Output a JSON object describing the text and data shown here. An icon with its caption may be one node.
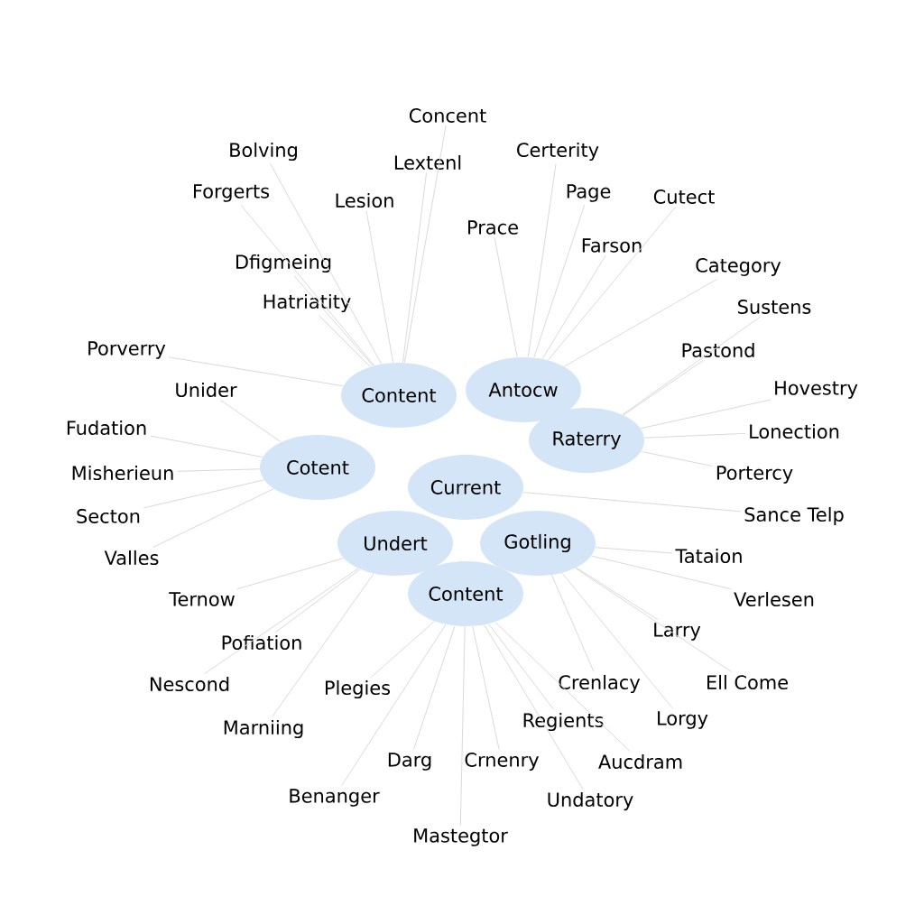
{
  "diagram": {
    "nodes": [
      {
        "text": [
          "Current"
        ]
      },
      {
        "text": [
          "Content"
        ]
      },
      {
        "text": [
          "Antocw"
        ]
      },
      {
        "text": [
          "Raterry"
        ]
      },
      {
        "text": [
          "Cotent"
        ]
      },
      {
        "text": [
          "Undert"
        ]
      },
      {
        "text": [
          "Gotling"
        ]
      },
      {
        "text": [
          "Content"
        ]
      },
      {
        "text": [
          "Concent"
        ]
      },
      {
        "text": [
          "Bolving"
        ]
      },
      {
        "text": [
          "Lextenl"
        ]
      },
      {
        "text": [
          "Certerity"
        ]
      },
      {
        "text": [
          "Forgerts"
        ]
      },
      {
        "text": [
          "Lesion"
        ]
      },
      {
        "text": [
          "Page"
        ]
      },
      {
        "text": [
          "Cutect"
        ]
      },
      {
        "text": [
          "Prace"
        ]
      },
      {
        "text": [
          "Farson"
        ]
      },
      {
        "text": [
          "Dfigmeing"
        ]
      },
      {
        "text": [
          "Category"
        ]
      },
      {
        "text": [
          "Hatriatity"
        ]
      },
      {
        "text": [
          "Sustens"
        ]
      },
      {
        "text": [
          "Pastond"
        ]
      },
      {
        "text": [
          "Porverry"
        ]
      },
      {
        "text": [
          "Hovestry"
        ]
      },
      {
        "text": [
          "Unider"
        ]
      },
      {
        "text": [
          "Fudation"
        ]
      },
      {
        "text": [
          "Lonection"
        ]
      },
      {
        "text": [
          "Misherieun"
        ]
      },
      {
        "text": [
          "Portercy"
        ]
      },
      {
        "text": [
          "Secton"
        ]
      },
      {
        "text": [
          "Sance Telp"
        ]
      },
      {
        "text": [
          "Valles"
        ]
      },
      {
        "text": [
          "Tataion"
        ]
      },
      {
        "text": [
          "Ternow"
        ]
      },
      {
        "text": [
          "Verlesen"
        ]
      },
      {
        "text": [
          "Pofiation"
        ]
      },
      {
        "text": [
          "Larry"
        ]
      },
      {
        "text": [
          "Nescond"
        ]
      },
      {
        "text": [
          "Plegies"
        ]
      },
      {
        "text": [
          "Crenlacy"
        ]
      },
      {
        "text": [
          "Ell Come"
        ]
      },
      {
        "text": [
          "Marniing"
        ]
      },
      {
        "text": [
          "Regients"
        ]
      },
      {
        "text": [
          "Lorgy"
        ]
      },
      {
        "text": [
          "Darg"
        ]
      },
      {
        "text": [
          "Crnenry"
        ]
      },
      {
        "text": [
          "Aucdram"
        ]
      },
      {
        "text": [
          "Benanger"
        ]
      },
      {
        "text": [
          "Undatory"
        ]
      },
      {
        "text": [
          "Mastegtor"
        ]
      }
    ],
    "edges": [
      {
        "from": 8,
        "to": 1,
        "arrow": "none"
      },
      {
        "from": 9,
        "to": 1,
        "arrow": "none"
      },
      {
        "from": 10,
        "to": 1,
        "arrow": "none"
      },
      {
        "from": 11,
        "to": 2,
        "arrow": "none"
      },
      {
        "from": 12,
        "to": 1,
        "arrow": "none"
      },
      {
        "from": 13,
        "to": 1,
        "arrow": "none"
      },
      {
        "from": 14,
        "to": 2,
        "arrow": "none"
      },
      {
        "from": 15,
        "to": 2,
        "arrow": "none"
      },
      {
        "from": 16,
        "to": 2,
        "arrow": "none"
      },
      {
        "from": 17,
        "to": 2,
        "arrow": "none"
      },
      {
        "from": 18,
        "to": 1,
        "arrow": "none"
      },
      {
        "from": 19,
        "to": 2,
        "arrow": "none"
      },
      {
        "from": 20,
        "to": 1,
        "arrow": "none"
      },
      {
        "from": 21,
        "to": 3,
        "arrow": "none"
      },
      {
        "from": 22,
        "to": 3,
        "arrow": "none"
      },
      {
        "from": 23,
        "to": 1,
        "arrow": "none"
      },
      {
        "from": 24,
        "to": 3,
        "arrow": "none"
      },
      {
        "from": 25,
        "to": 4,
        "arrow": "none"
      },
      {
        "from": 26,
        "to": 4,
        "arrow": "none"
      },
      {
        "from": 27,
        "to": 3,
        "arrow": "none"
      },
      {
        "from": 28,
        "to": 4,
        "arrow": "none"
      },
      {
        "from": 29,
        "to": 3,
        "arrow": "none"
      },
      {
        "from": 30,
        "to": 4,
        "arrow": "none"
      },
      {
        "from": 31,
        "to": 0,
        "arrow": "none"
      },
      {
        "from": 32,
        "to": 4,
        "arrow": "none"
      },
      {
        "from": 33,
        "to": 6,
        "arrow": "none"
      },
      {
        "from": 34,
        "to": 5,
        "arrow": "none"
      },
      {
        "from": 35,
        "to": 6,
        "arrow": "none"
      },
      {
        "from": 36,
        "to": 5,
        "arrow": "none"
      },
      {
        "from": 37,
        "to": 6,
        "arrow": "none"
      },
      {
        "from": 38,
        "to": 5,
        "arrow": "none"
      },
      {
        "from": 39,
        "to": 7,
        "arrow": "none"
      },
      {
        "from": 40,
        "to": 6,
        "arrow": "none"
      },
      {
        "from": 41,
        "to": 6,
        "arrow": "none"
      },
      {
        "from": 42,
        "to": 5,
        "arrow": "none"
      },
      {
        "from": 43,
        "to": 7,
        "arrow": "none"
      },
      {
        "from": 44,
        "to": 6,
        "arrow": "none"
      },
      {
        "from": 45,
        "to": 7,
        "arrow": "none"
      },
      {
        "from": 46,
        "to": 7,
        "arrow": "none"
      },
      {
        "from": 47,
        "to": 7,
        "arrow": "none"
      },
      {
        "from": 48,
        "to": 7,
        "arrow": "none"
      },
      {
        "from": 49,
        "to": 7,
        "arrow": "none"
      },
      {
        "from": 50,
        "to": 7,
        "arrow": "none"
      }
    ]
  }
}
